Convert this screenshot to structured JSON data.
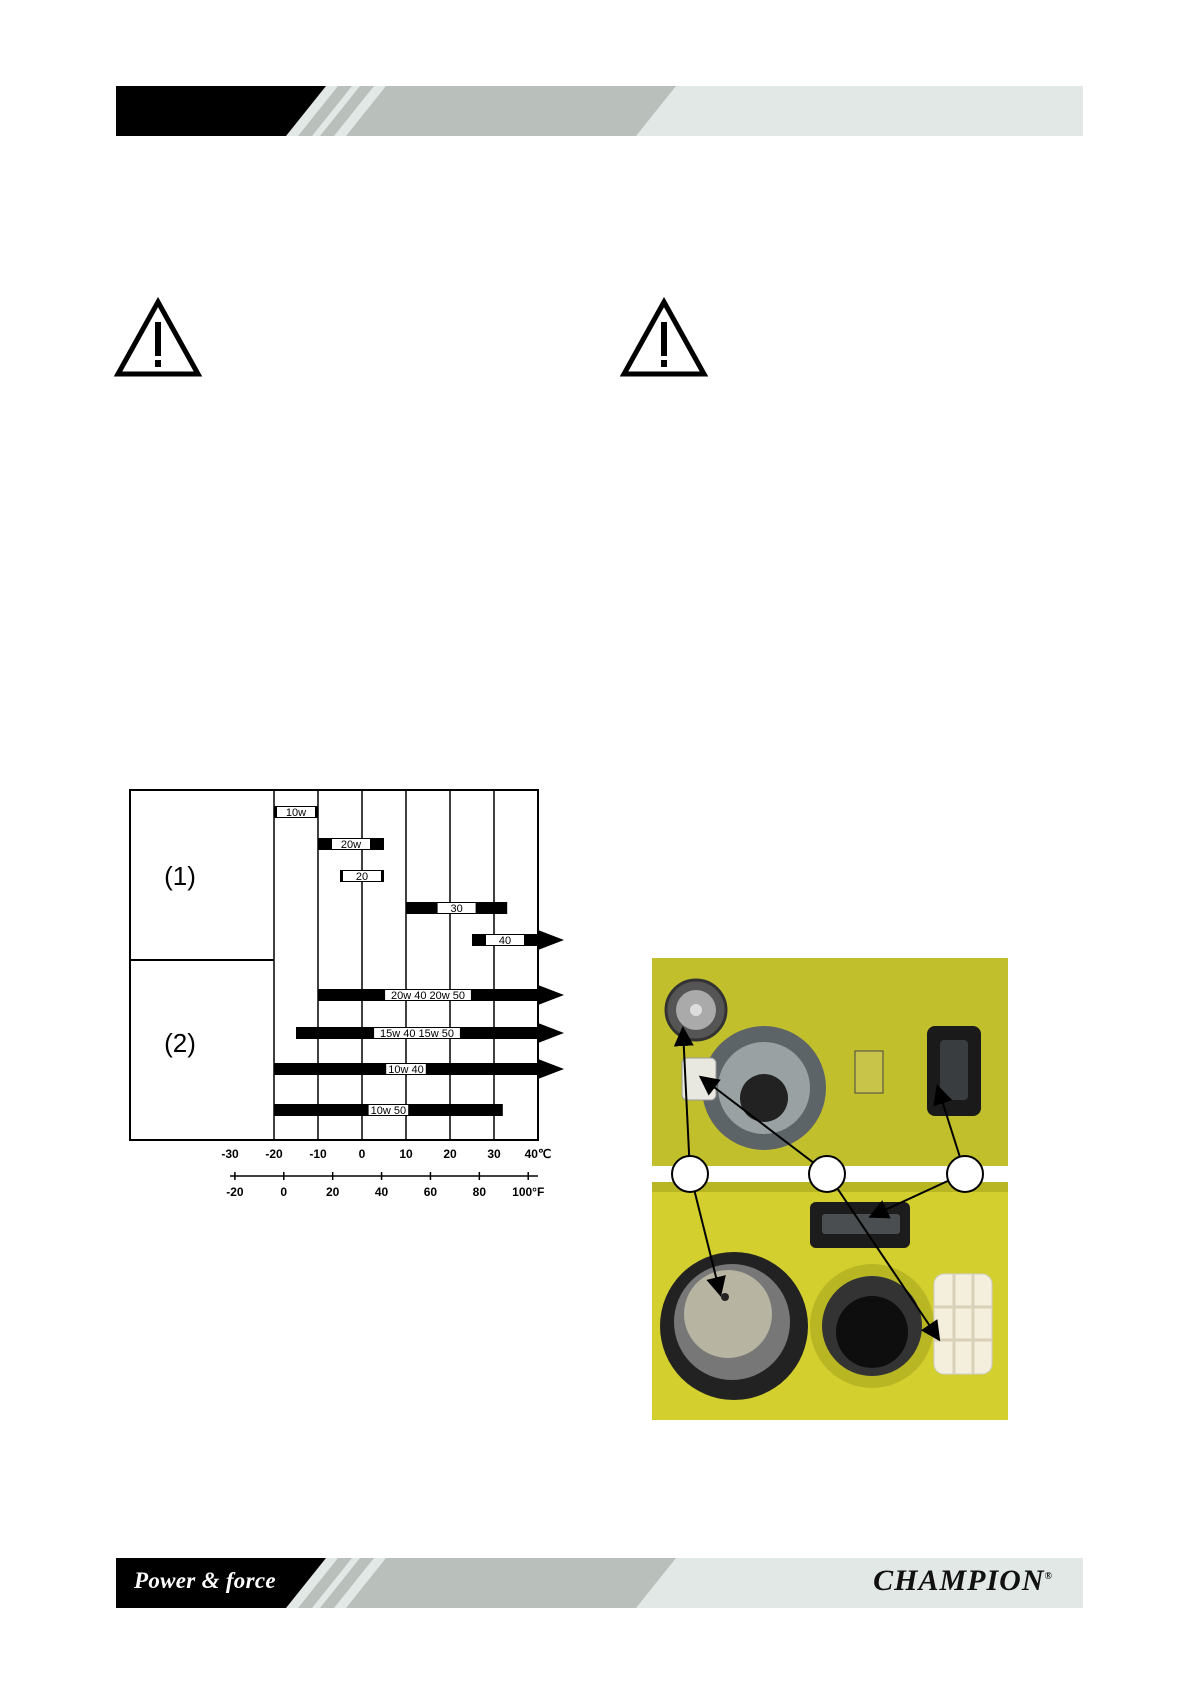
{
  "footer": {
    "slogan": "Power & force",
    "brand": "CHAMPION",
    "brand_mark": "®"
  },
  "icons": {
    "warning_left": "warning-triangle-icon",
    "warning_right": "warning-triangle-icon"
  },
  "chart_data": {
    "type": "bar",
    "groups": [
      {
        "label": "(1)",
        "bars": [
          {
            "name": "10w",
            "from": -20,
            "to": -10,
            "arrow": false
          },
          {
            "name": "20w",
            "from": -10,
            "to": 5,
            "arrow": false
          },
          {
            "name": "20",
            "from": -5,
            "to": 5,
            "arrow": false
          },
          {
            "name": "30",
            "from": 10,
            "to": 33,
            "arrow": false
          },
          {
            "name": "40",
            "from": 25,
            "to": 40,
            "arrow": true
          }
        ]
      },
      {
        "label": "(2)",
        "bars": [
          {
            "name": "20w 40 20w 50",
            "from": -10,
            "to": 40,
            "arrow": true
          },
          {
            "name": "15w 40 15w 50",
            "from": -15,
            "to": 40,
            "arrow": true
          },
          {
            "name": "10w 40",
            "from": -20,
            "to": 40,
            "arrow": true
          },
          {
            "name": "10w 50",
            "from": -20,
            "to": 32,
            "arrow": false
          }
        ]
      }
    ],
    "x_celsius_ticks": [
      "-30",
      "-20",
      "-10",
      "0",
      "10",
      "20",
      "30",
      "40℃"
    ],
    "x_fahrenheit_ticks": [
      "-20",
      "0",
      "20",
      "40",
      "60",
      "80",
      "100°F"
    ],
    "xlim": [
      -30,
      40
    ],
    "grid": true
  },
  "photo": {
    "callouts": [
      "",
      "",
      ""
    ],
    "colors": {
      "panel": "#c2bf2c",
      "panel_light": "#d3cf2f"
    }
  },
  "colors": {
    "band_dark": "#000000",
    "band_mid": "#b9c0bc",
    "band_light": "#e2e8e5"
  }
}
